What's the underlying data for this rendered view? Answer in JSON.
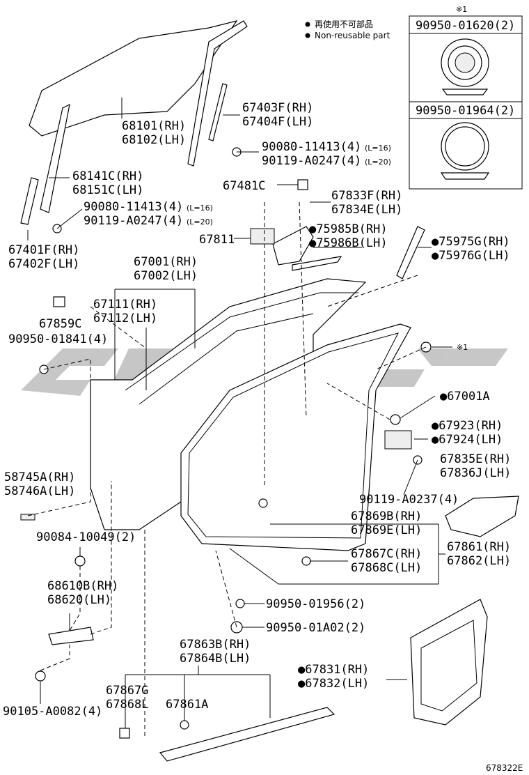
{
  "legend": {
    "dot": "●",
    "line1": "再使用不可部品",
    "line2": "Non-reusable part",
    "note_ref": "※1",
    "box_part_a": "90950-01620(2)",
    "box_part_b": "90950-01964(2)"
  },
  "labels": {
    "p68101": "68101(RH)",
    "p68102": "68102(LH)",
    "p67403F": "67403F(RH)",
    "p67404F": "67404F(LH)",
    "p90080a": "90080-11413(4)",
    "p90080a_note": "(L=16)",
    "p90119a": "90119-A0247(4)",
    "p90119a_note": "(L=20)",
    "p68141C": "68141C(RH)",
    "p68151C": "68151C(LH)",
    "p67481C": "67481C",
    "p67833F": "67833F(RH)",
    "p67834E": "67834E(LH)",
    "p90080b": "90080-11413(4)",
    "p90080b_note": "(L=16)",
    "p90119b": "90119-A0247(4)",
    "p90119b_note": "(L=20)",
    "p67811": "67811",
    "p75985B": "●75985B(RH)",
    "p75986B": "●75986B(LH)",
    "p75975G": "●75975G(RH)",
    "p75976G": "●75976G(LH)",
    "p67401F": "67401F(RH)",
    "p67402F": "67402F(LH)",
    "p67001": "67001(RH)",
    "p67002": "67002(LH)",
    "p67111": "67111(RH)",
    "p67112": "67112(LH)",
    "p67859C": "67859C",
    "p90950_01841": "90950-01841(4)",
    "note1": "※1",
    "p67001A": "●67001A",
    "p67923": "●67923(RH)",
    "p67924": "●67924(LH)",
    "p67835E": "67835E(RH)",
    "p67836J": "67836J(LH)",
    "p58745A": "58745A(RH)",
    "p58746A": "58746A(LH)",
    "p90119_A0237": "90119-A0237(4)",
    "p67869B": "67869B(RH)",
    "p67869E": "67869E(LH)",
    "p90084": "90084-10049(2)",
    "p67861": "67861(RH)",
    "p67862": "67862(LH)",
    "p67867C": "67867C(RH)",
    "p67868C": "67868C(LH)",
    "p68610B": "68610B(RH)",
    "p68620": "68620(LH)",
    "p90950_01956": "90950-01956(2)",
    "p90950_01A02": "90950-01A02(2)",
    "p67863B": "67863B(RH)",
    "p67864B": "67864B(LH)",
    "p67831": "●67831(RH)",
    "p67832": "●67832(LH)",
    "p67867G": "67867G",
    "p67868L": "67868L",
    "p67861A": "67861A",
    "p90105": "90105-A0082(4)",
    "figure_code": "678322E"
  }
}
